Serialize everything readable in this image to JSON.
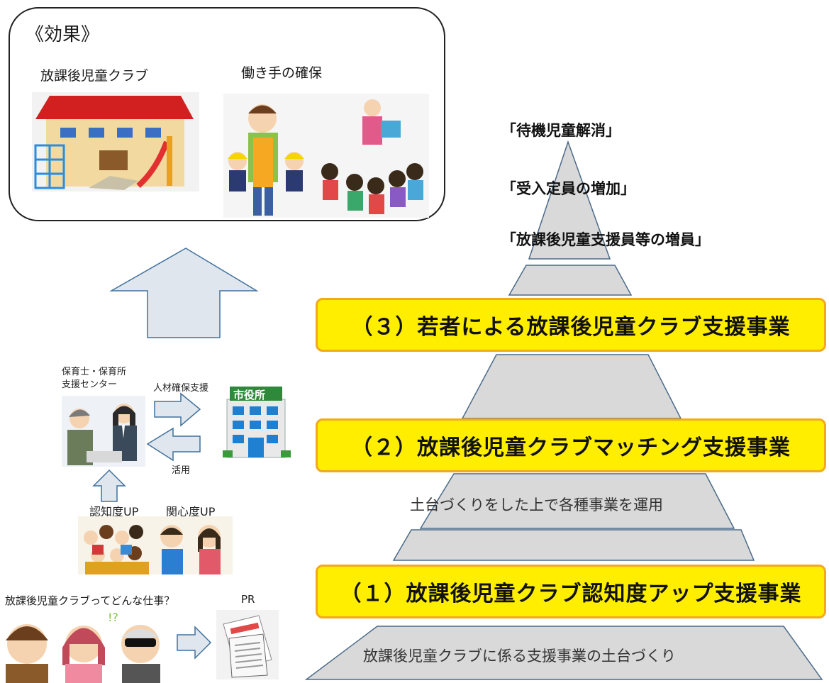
{
  "effect": {
    "title": "《効果》",
    "items": [
      {
        "label": "放課後児童クラブ"
      },
      {
        "label": "働き手の確保"
      }
    ]
  },
  "goals": [
    "「待機児童解消」",
    "「受入定員の増加」",
    "「放課後児童支援員等の増員」"
  ],
  "programs": [
    "（３）若者による放課後児童クラブ支援事業",
    "（２）放課後児童クラブマッチング支援事業",
    "（１）放課後児童クラブ認知度アップ支援事業"
  ],
  "tiers": {
    "middle": "土台づくりをした上で各種事業を運用",
    "base": "放課後児童クラブに係る支援事業の土台づくり"
  },
  "left_flow": {
    "support_center": "保育士・保育所\n支援センター",
    "to_city": "人材確保支援",
    "from_city": "活用",
    "city_sign": "市役所",
    "awareness_up": "認知度UP",
    "interest_up": "関心度UP",
    "question": "放課後児童クラブってどんな仕事？",
    "pr": "PR"
  },
  "colors": {
    "pyramid_fill": "#d9d9d9",
    "pyramid_stroke": "#4a6a8a",
    "bar_fill": "#ffee00",
    "bar_border": "#f4a81c",
    "arrow_fill": "#dfe6ee",
    "arrow_stroke": "#41719c"
  }
}
